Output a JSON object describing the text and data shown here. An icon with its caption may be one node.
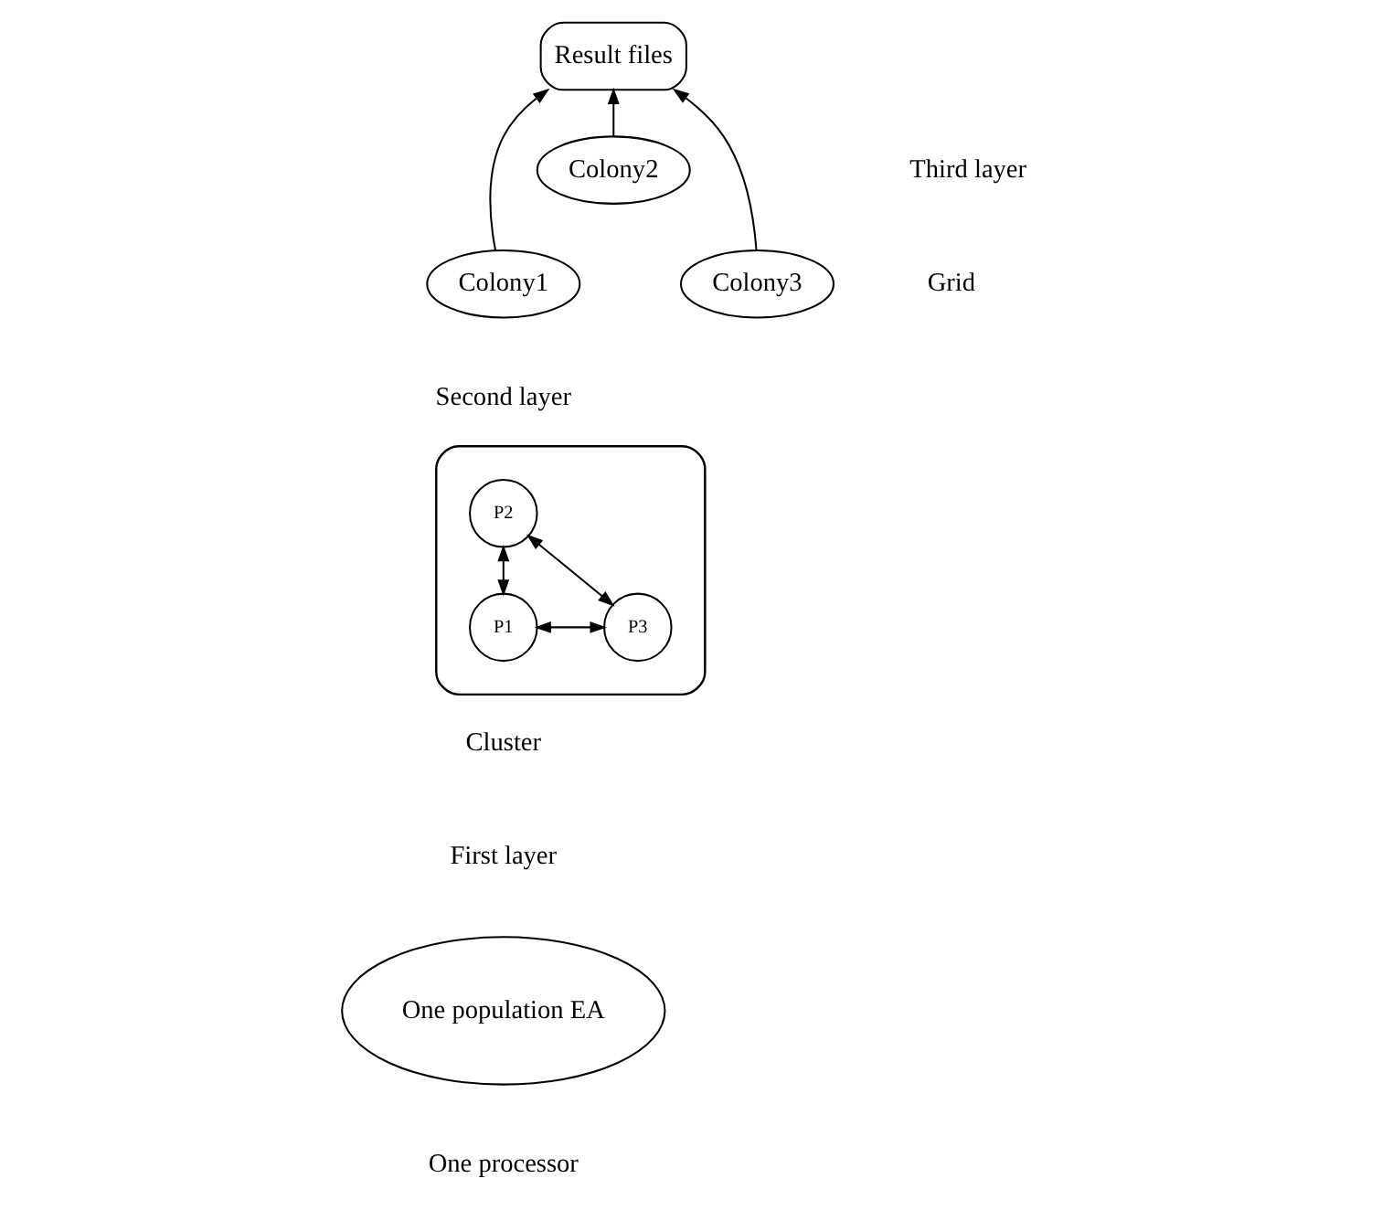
{
  "diagram": {
    "nodes": [
      {
        "text": [
          "Result files"
        ]
      },
      {
        "text": [
          "Colony2"
        ]
      },
      {
        "text": [
          "Colony1"
        ]
      },
      {
        "text": [
          "Colony3"
        ]
      },
      {
        "text": [],
        "shape": "ellipse"
      },
      {
        "text": [
          "P2"
        ],
        "in": 4
      },
      {
        "text": [
          "P1"
        ],
        "in": 4
      },
      {
        "text": [
          "P3"
        ],
        "in": 4
      },
      {
        "text": [
          "One population EA"
        ]
      }
    ],
    "edges": [
      {
        "from": 2,
        "to": 0,
        "arrow": "to"
      },
      {
        "from": 1,
        "to": 0,
        "arrow": "to"
      },
      {
        "from": 3,
        "to": 0,
        "arrow": "to"
      },
      {
        "from": 6,
        "to": 5,
        "arrow": "both"
      },
      {
        "from": 5,
        "to": 7,
        "arrow": "both"
      },
      {
        "from": 6,
        "to": 7,
        "arrow": "both"
      }
    ],
    "labels": [
      "Third layer",
      "Grid",
      "Second layer",
      "Cluster",
      "First layer",
      "One processor"
    ]
  }
}
